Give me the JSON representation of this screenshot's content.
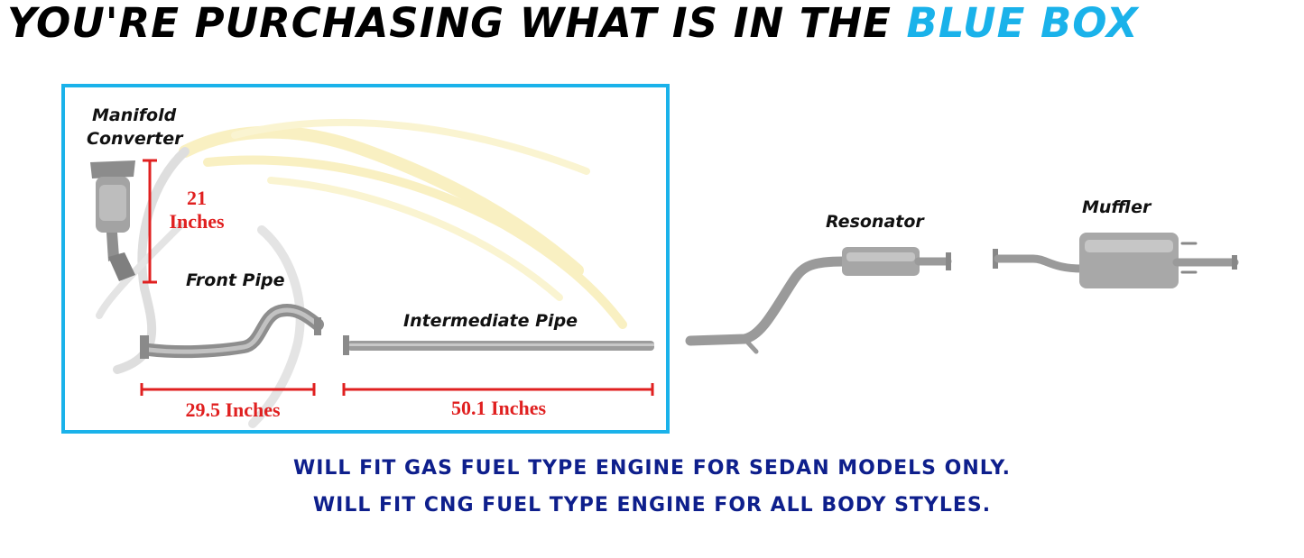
{
  "headline": {
    "prefix": "YOU'RE PURCHASING WHAT IS IN THE ",
    "highlight": "BLUE BOX"
  },
  "colors": {
    "highlight_blue": "#1ab2ea",
    "measure_red": "#e02020",
    "note_navy": "#0e1f8c",
    "pipe_gray": "#9a9a9a"
  },
  "parts": {
    "manifold_line1": "Manifold",
    "manifold_line2": "Converter",
    "front_pipe": "Front Pipe",
    "intermediate_pipe": "Intermediate Pipe",
    "resonator": "Resonator",
    "muffler": "Muffler"
  },
  "measurements": {
    "manifold_value": "21",
    "manifold_unit": "Inches",
    "front_pipe": "29.5 Inches",
    "intermediate_pipe": "50.1 Inches"
  },
  "notes": {
    "line1": "WILL FIT GAS FUEL TYPE ENGINE FOR SEDAN MODELS ONLY.",
    "line2": "WILL FIT CNG FUEL TYPE ENGINE FOR ALL BODY STYLES."
  }
}
